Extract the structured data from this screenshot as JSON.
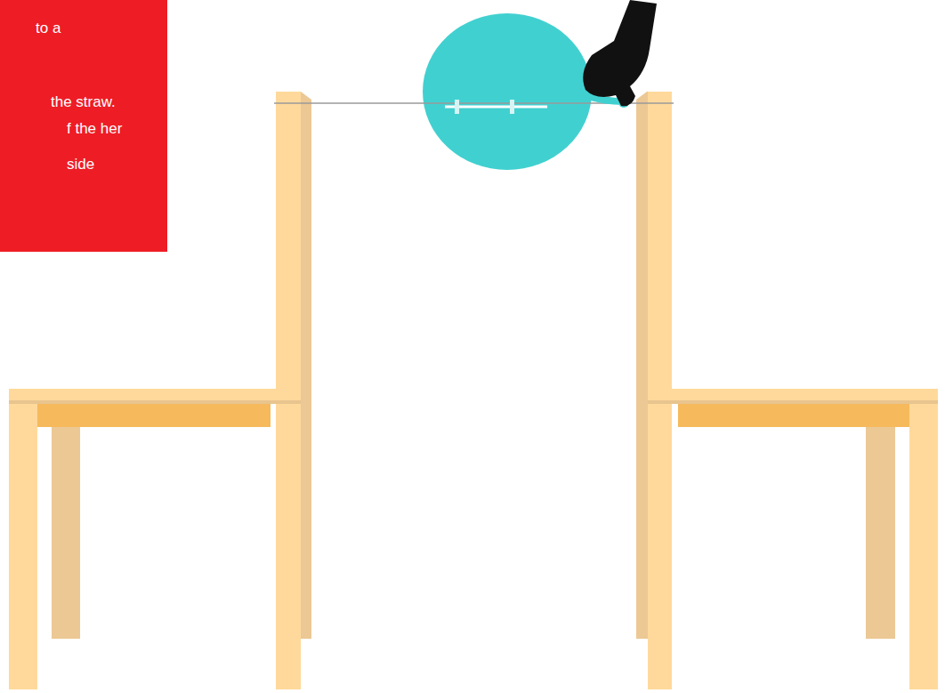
{
  "diagram": {
    "nodes": [
      {
        "text": [
          "to a",
          "the straw.",
          "f the her side"
        ]
      }
    ]
  }
}
